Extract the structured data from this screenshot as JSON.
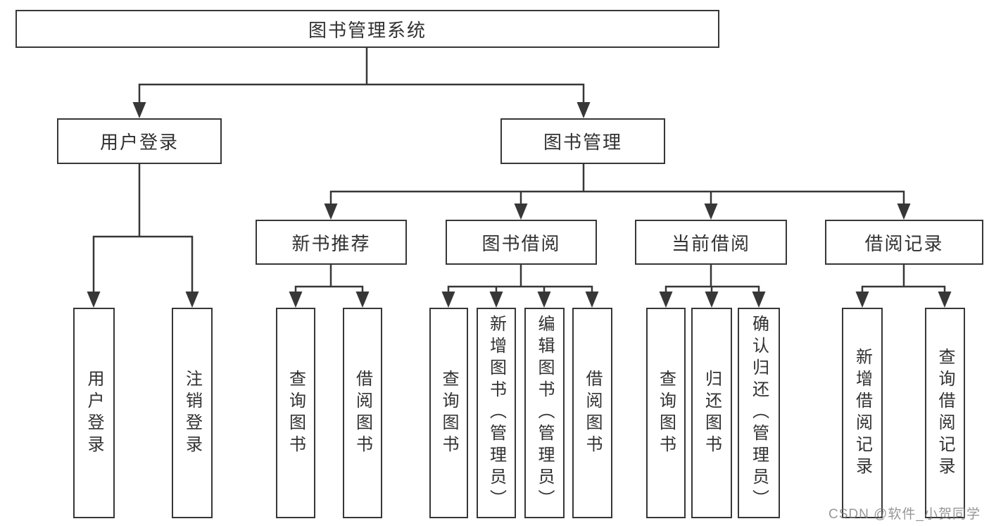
{
  "diagram": {
    "root": {
      "label": "图书管理系统"
    },
    "branches": [
      {
        "label": "用户登录",
        "children": [
          {
            "label": "用户登录"
          },
          {
            "label": "注销登录"
          }
        ]
      },
      {
        "label": "图书管理",
        "children": [
          {
            "label": "新书推荐",
            "children": [
              {
                "label": "查询图书"
              },
              {
                "label": "借阅图书"
              }
            ]
          },
          {
            "label": "图书借阅",
            "children": [
              {
                "label": "查询图书"
              },
              {
                "label": "新增图书（管理员）"
              },
              {
                "label": "编辑图书（管理员）"
              },
              {
                "label": "借阅图书"
              }
            ]
          },
          {
            "label": "当前借阅",
            "children": [
              {
                "label": "查询图书"
              },
              {
                "label": "归还图书"
              },
              {
                "label": "确认归还（管理员）"
              }
            ]
          },
          {
            "label": "借阅记录",
            "children": [
              {
                "label": "新增借阅记录"
              },
              {
                "label": "查询借阅记录"
              }
            ]
          }
        ]
      }
    ]
  },
  "watermark": {
    "text": "CSDN @软件_小贺同学"
  },
  "colors": {
    "line": "#373737",
    "text": "#313131",
    "watermark": "#7a7a7a",
    "background": "#ffffff"
  }
}
